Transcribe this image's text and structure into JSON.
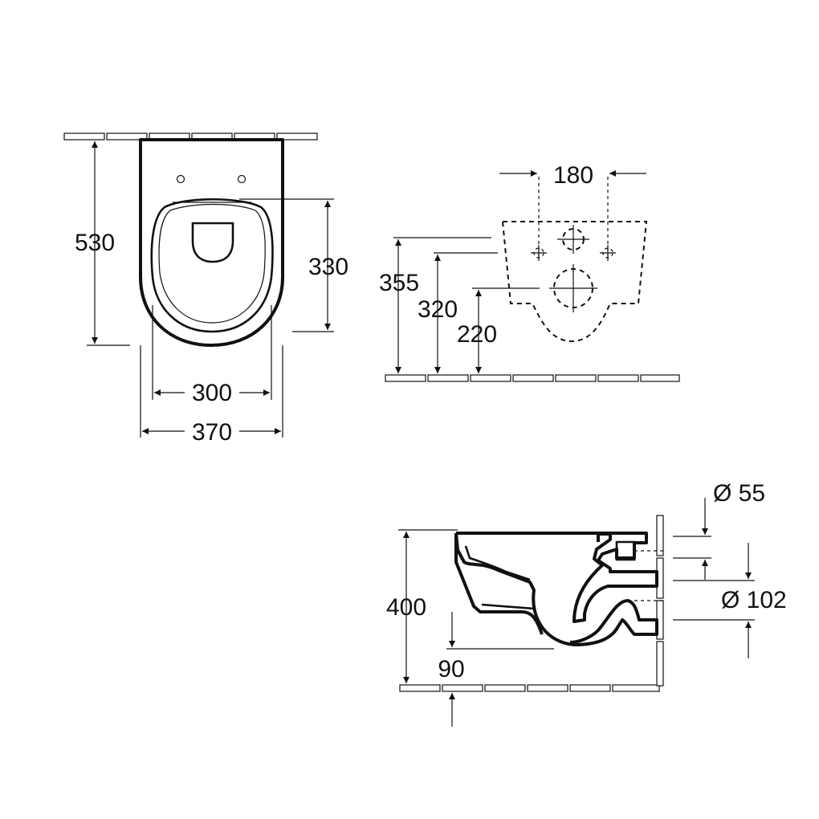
{
  "top_view": {
    "dim_length": "530",
    "dim_seat_depth": "330",
    "dim_inner_width": "300",
    "dim_outer_width": "370"
  },
  "front_view": {
    "dim_hole_spacing": "180",
    "dim_height_355": "355",
    "dim_height_320": "320",
    "dim_height_220": "220"
  },
  "side_view": {
    "dim_diameter_55": "Ø 55",
    "dim_diameter_102": "Ø 102",
    "dim_height_400": "400",
    "dim_outlet_90": "90"
  }
}
